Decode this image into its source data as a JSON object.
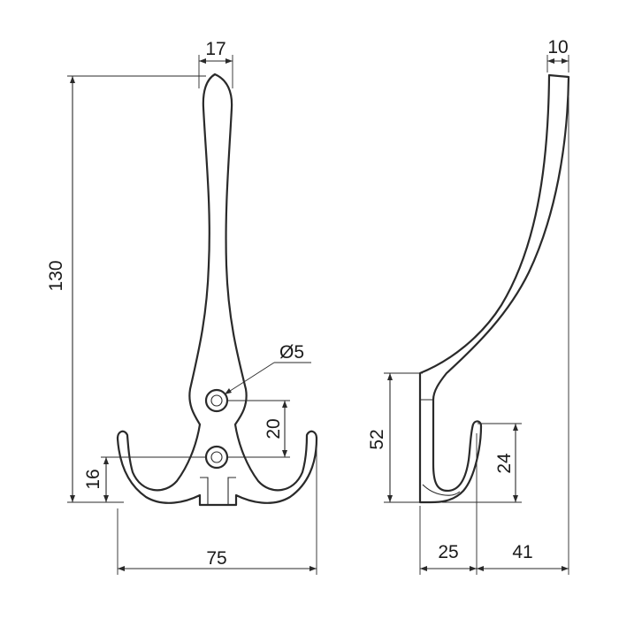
{
  "dimensions": {
    "top_width": "17",
    "total_height": "130",
    "hole_diameter": "Ø5",
    "hole_spacing": "20",
    "hook_height": "16",
    "total_width": "75",
    "side_thickness": "10",
    "side_hook_height": "52",
    "side_tip_height": "24",
    "side_base_depth": "25",
    "side_projection": "41"
  }
}
